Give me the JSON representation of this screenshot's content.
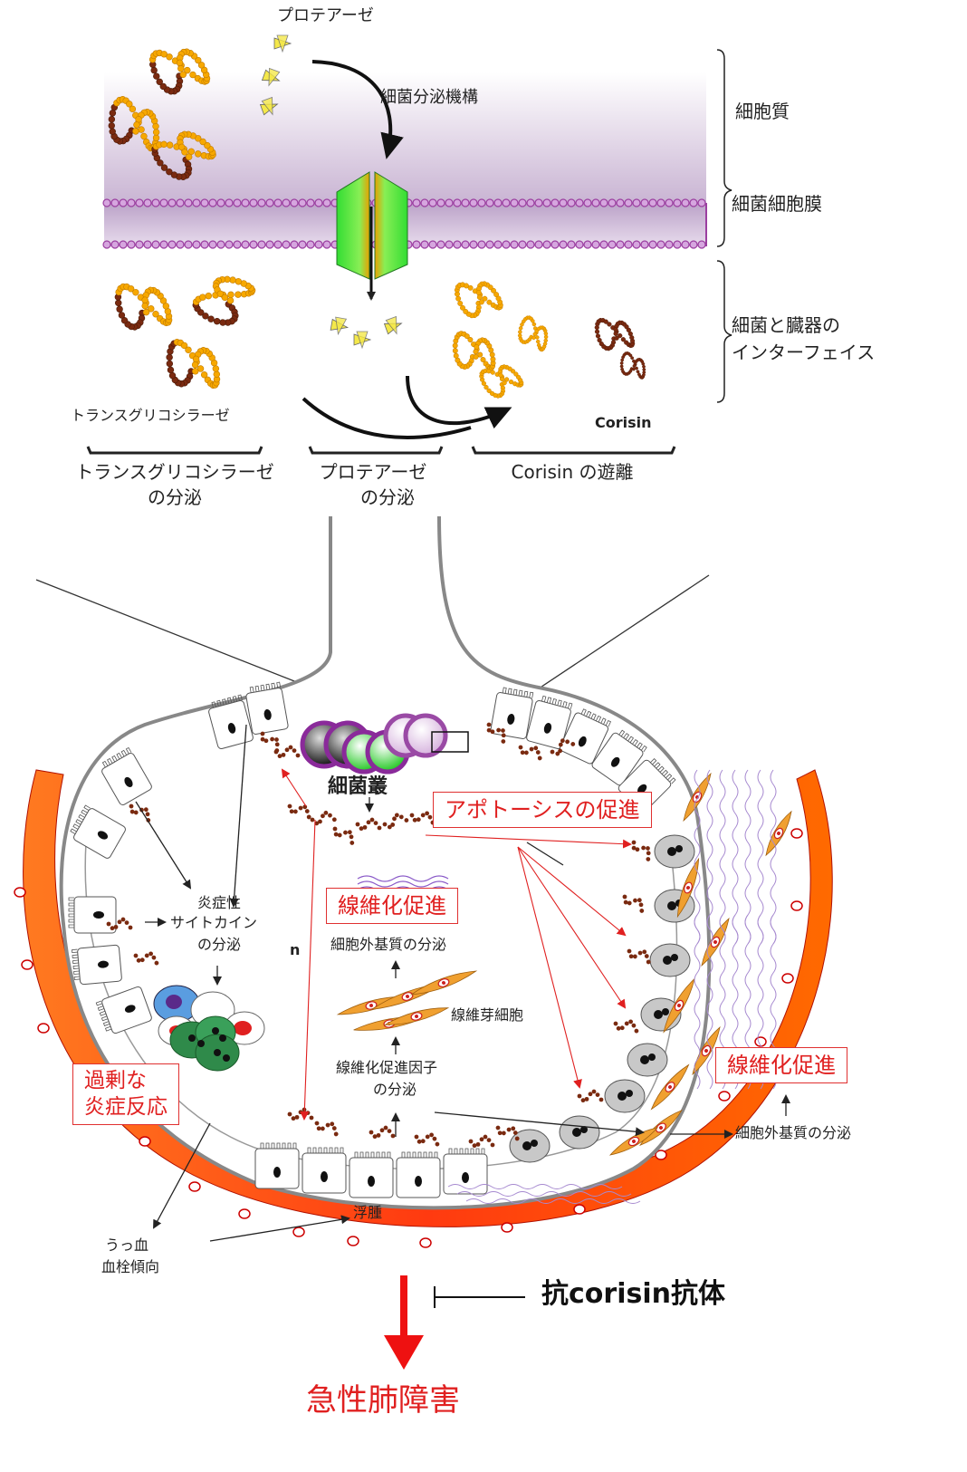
{
  "top": {
    "protease_top": "プロテアーゼ",
    "secretion_machinery": "細菌分泌機構",
    "cytoplasm": "細胞質",
    "bacterial_membrane": "細菌細胞膜",
    "interface_line1": "細菌と臓器の",
    "interface_line2": "インターフェイス",
    "transglycosylase_small": "トランスグリコシラーゼ",
    "corisin_label": "Corisin",
    "steps": [
      {
        "line1": "トランスグリコシラーゼ",
        "line2": "の分泌"
      },
      {
        "line1": "プロテアーゼ",
        "line2": "の分泌"
      },
      {
        "line1": "Corisin の遊離",
        "line2": ""
      }
    ]
  },
  "bottom": {
    "colony": "細菌叢",
    "apoptosis": "アポトーシスの促進",
    "fibrosis_center": "線維化促進",
    "fibrosis_right": "線維化促進",
    "ecm_center": "細胞外基質の分泌",
    "fibroblast": "線維芽細胞",
    "fibrosis_factor_line1": "線維化促進因子",
    "fibrosis_factor_line2": "の分泌",
    "cytokine_line1": "炎症性",
    "cytokine_line2": "サイトカイン",
    "cytokine_line3": "の分泌",
    "n_label": "n",
    "excess_line1": "過剰な",
    "excess_line2": "炎症反応",
    "ecm_right": "細胞外基質の分泌",
    "edema": "浮腫",
    "congestion_line1": "うっ血",
    "congestion_line2": "血栓傾向",
    "antibody": "抗corisin抗体",
    "outcome": "急性肺障害"
  },
  "colors": {
    "membrane": "#9b3fa0",
    "cytoplasm": "#cdb8d6",
    "channel": "#44dd44",
    "vessel": "#ff4500",
    "vessel_dark": "#d81e00",
    "red_label": "#e02020",
    "fibroblast": "#f0a030",
    "bacteria_dark": "#7a2a10",
    "bacteria_light": "#f7a800"
  }
}
